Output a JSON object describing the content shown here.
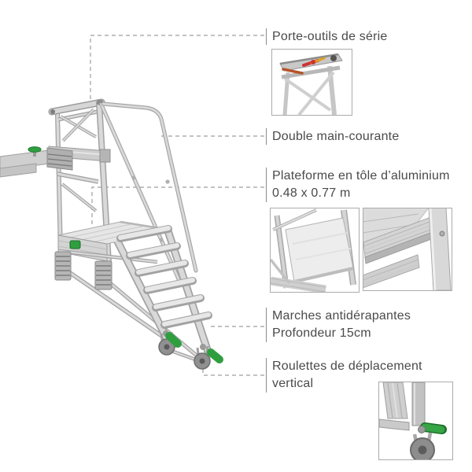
{
  "page": {
    "background": "#ffffff"
  },
  "illustration": {
    "id": "escabeau-plateforme-aluminium",
    "colors": {
      "aluminum_light": "#e6e6e6",
      "aluminum_mid": "#cdcdcd",
      "aluminum_dark": "#9a9a9a",
      "accent_green": "#2f9e3f",
      "wheel_gray": "#8d8d8d",
      "callout_line_gray": "#9e9e9e",
      "label_text_gray": "#4a4a4a"
    },
    "insets": [
      {
        "id": "tool-tray-photo"
      },
      {
        "id": "platform-photo"
      },
      {
        "id": "steps-photo"
      },
      {
        "id": "caster-photo"
      }
    ]
  },
  "callouts": [
    {
      "id": "porte-outils",
      "line1": "Porte-outils de série"
    },
    {
      "id": "main-courante",
      "line1": "Double main-courante"
    },
    {
      "id": "plateforme",
      "line1": "Plateforme en tôle d’aluminium",
      "line2": "0.48 x 0.77 m"
    },
    {
      "id": "marches",
      "line1": "Marches antidérapantes",
      "line2": "Profondeur 15cm"
    },
    {
      "id": "roulettes",
      "line1": "Roulettes de déplacement",
      "line2": "vertical"
    }
  ]
}
